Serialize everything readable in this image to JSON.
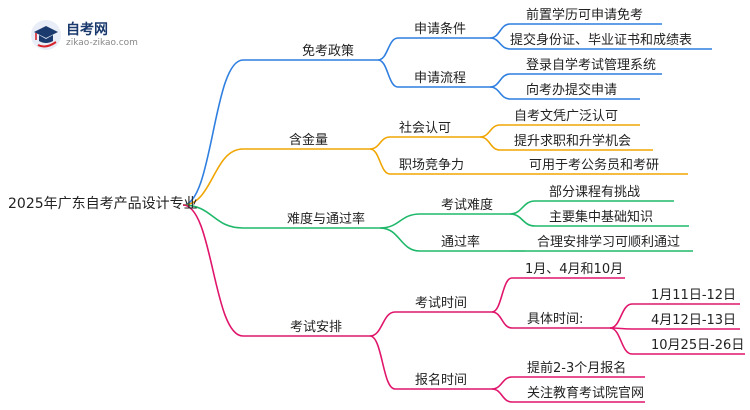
{
  "logo": {
    "title": "自考网",
    "url": "zikao-zikao.com"
  },
  "mindmap": {
    "root": "2025年广东自考产品设计专业",
    "branches": [
      {
        "label": "免考政策",
        "color": "#2f7fe0",
        "children": [
          {
            "label": "申请条件",
            "children": [
              "前置学历可申请免考",
              "提交身份证、毕业证书和成绩表"
            ]
          },
          {
            "label": "申请流程",
            "children": [
              "登录自学考试管理系统",
              "向考办提交申请"
            ]
          }
        ]
      },
      {
        "label": "含金量",
        "color": "#f0a500",
        "children": [
          {
            "label": "社会认可",
            "children": [
              "自考文凭广泛认可",
              "提升求职和升学机会"
            ]
          },
          {
            "label": "职场竞争力",
            "children": [
              "可用于考公务员和考研"
            ]
          }
        ]
      },
      {
        "label": "难度与通过率",
        "color": "#1fb86a",
        "children": [
          {
            "label": "考试难度",
            "children": [
              "部分课程有挑战",
              "主要集中基础知识"
            ]
          },
          {
            "label": "通过率",
            "children": [
              "合理安排学习可顺利通过"
            ]
          }
        ]
      },
      {
        "label": "考试安排",
        "color": "#e0156b",
        "children": [
          {
            "label": "考试时间",
            "children": [
              "1月、4月和10月"
            ],
            "sub": {
              "label": "具体时间:",
              "children": [
                "1月11日-12日",
                "4月12日-13日",
                "10月25日-26日"
              ]
            }
          },
          {
            "label": "报名时间",
            "children": [
              "提前2-3个月报名",
              "关注教育考试院官网"
            ]
          }
        ]
      }
    ]
  }
}
